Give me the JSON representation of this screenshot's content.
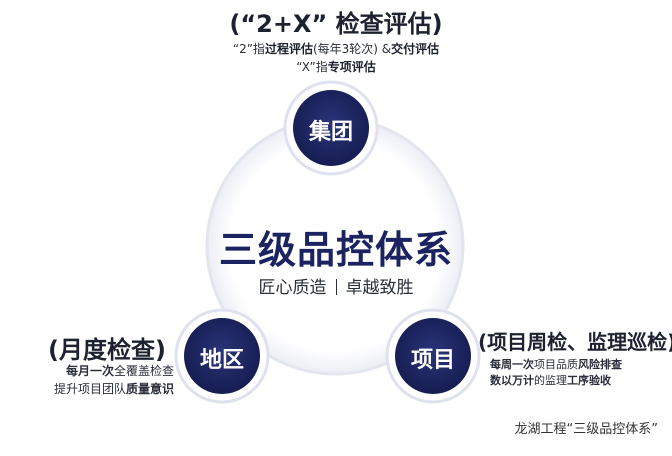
{
  "diagram": {
    "center": {
      "title": "三级品控体系",
      "subtitle_left": "匠心质造",
      "subtitle_right": "卓越致胜"
    },
    "nodes": [
      {
        "label": "集团"
      },
      {
        "label": "地区"
      },
      {
        "label": "项目"
      }
    ],
    "top_note": {
      "title": "(“2+X” 检查评估)",
      "line1_pre": "“2”指",
      "line1_bold1": "过程评估",
      "line1_mid": "(每年3轮次) &",
      "line1_bold2": "交付评估",
      "line2_pre": "“X”指",
      "line2_bold": "专项评估"
    },
    "left_note": {
      "title": "(月度检查)",
      "line1_bold": "每月一次",
      "line1_rest": "全覆盖检查",
      "line2_pre": "提升项目团队",
      "line2_bold": "质量意识"
    },
    "right_note": {
      "title": "(项目周检、监理巡检)",
      "line1_bold": "每周一次",
      "line1_mid": "项目品质",
      "line1_bold2": "风险排查",
      "line2_bold": "数以万计",
      "line2_mid": "的监理",
      "line2_bold2": "工序验收"
    },
    "caption": "龙湖工程“三级品控体系”",
    "colors": {
      "node": "#1b2360",
      "node_ring": "#d9dcea",
      "circle_stroke": "#e3e5ef",
      "title": "#1b2360"
    }
  }
}
